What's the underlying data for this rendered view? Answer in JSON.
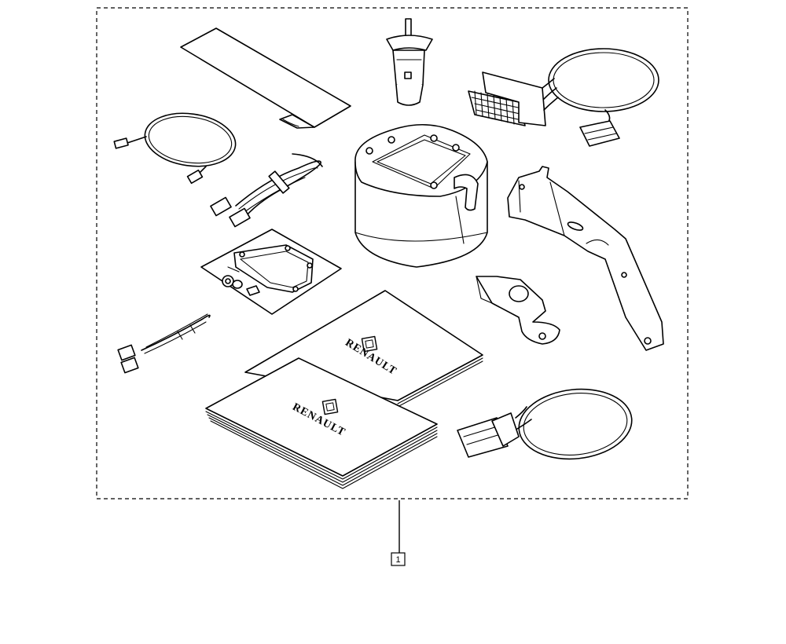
{
  "diagram": {
    "callout": {
      "number": "1"
    },
    "manual_front": {
      "logo_text": "RENAULT",
      "logo_icon": "renault-diamond-icon"
    },
    "manual_back": {
      "logo_text": "RENAULT",
      "logo_icon": "renault-diamond-icon"
    }
  }
}
